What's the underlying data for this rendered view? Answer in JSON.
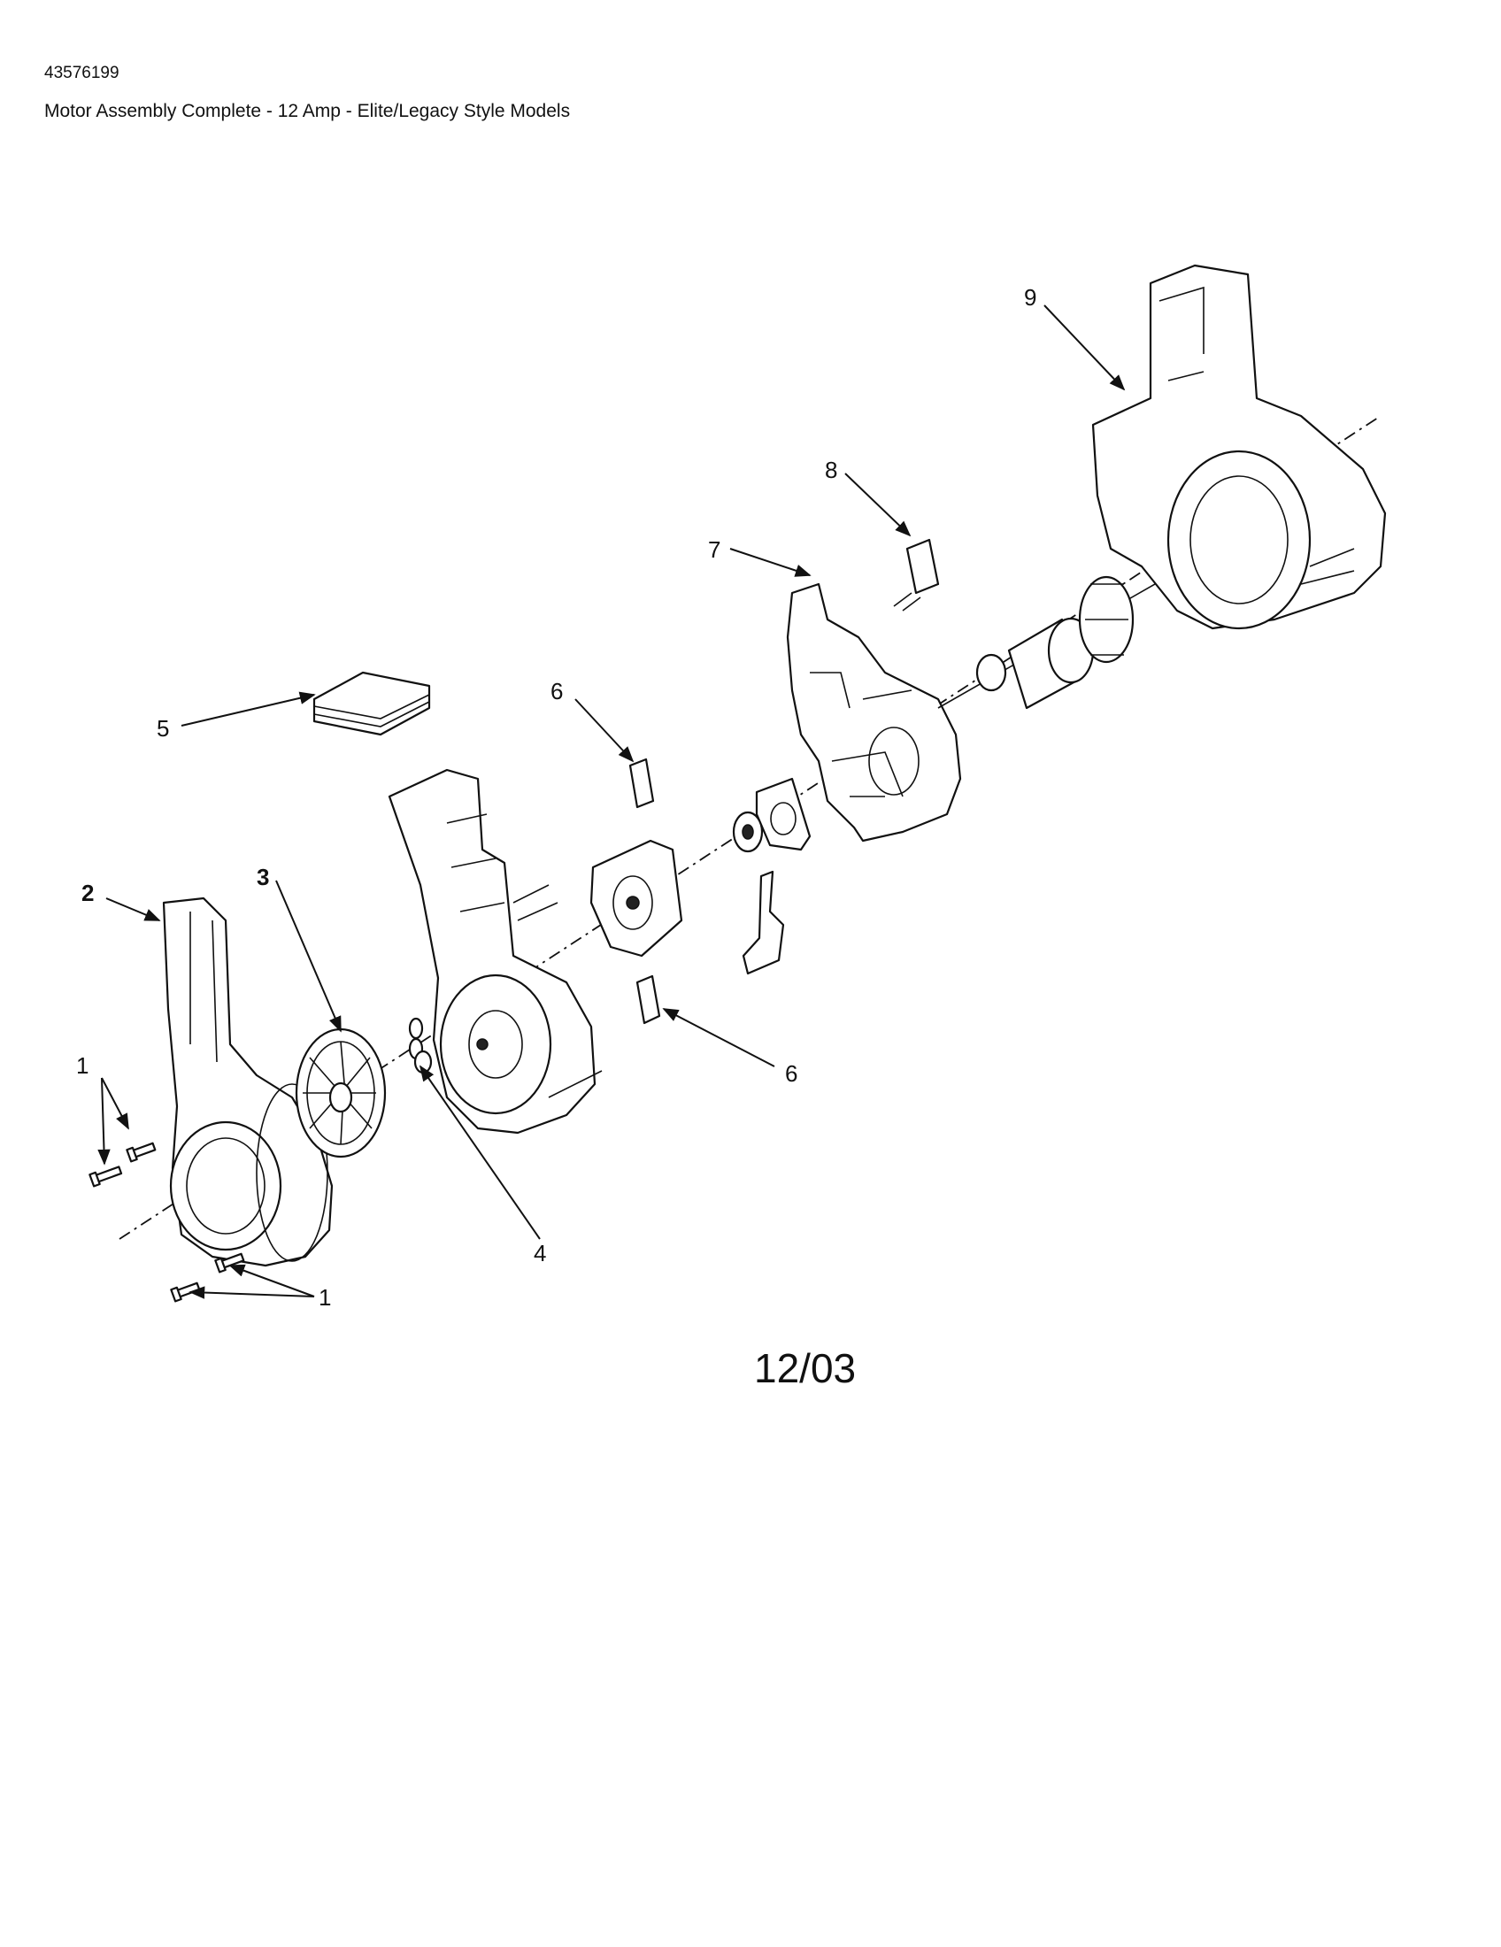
{
  "header": {
    "part_number": "43576199",
    "title": "Motor Assembly Complete - 12 Amp - Elite/Legacy Style Models"
  },
  "callouts": [
    "1",
    "1",
    "2",
    "3",
    "4",
    "5",
    "6",
    "6",
    "7",
    "8",
    "9"
  ],
  "footer": {
    "revision_date": "12/03"
  }
}
